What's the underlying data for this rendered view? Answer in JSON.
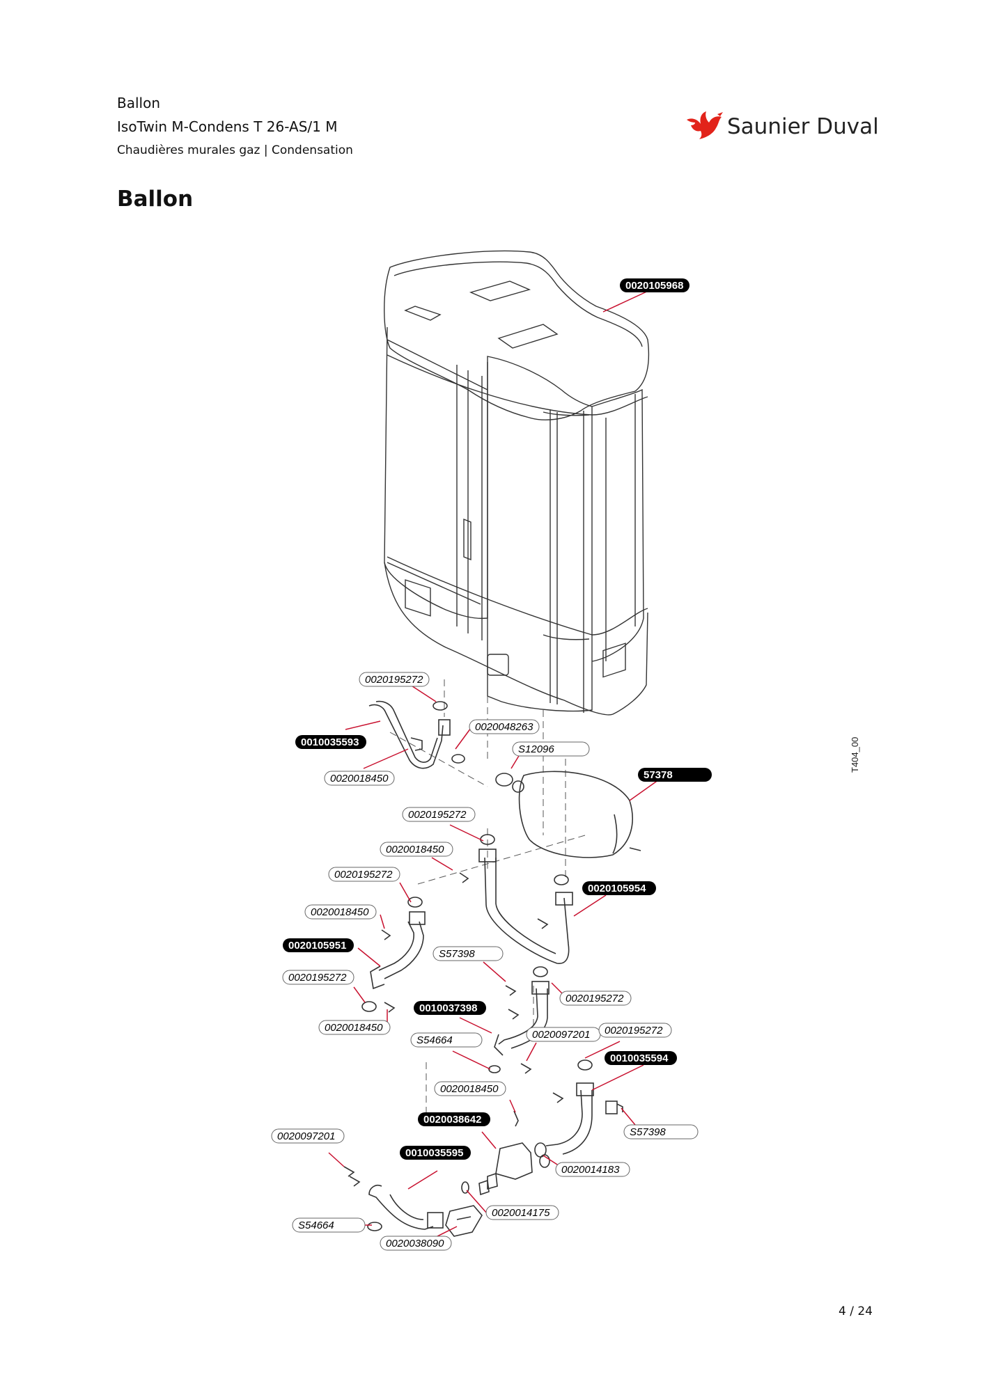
{
  "header": {
    "section": "Ballon",
    "model": "IsoTwin M-Condens T 26-AS/1 M",
    "category": "Chaudières murales gaz | Condensation"
  },
  "brand": {
    "name": "Saunier Duval",
    "color": "#e2231a",
    "icon": "bird-logo-icon"
  },
  "page_title": "Ballon",
  "drawing_code": "T404_00",
  "page_number": "4 / 24",
  "colors": {
    "leader_line": "#c8102e",
    "highlight_label": "#000000",
    "line_art": "#333333"
  },
  "labels": [
    {
      "code": "0020105968",
      "highlighted": true
    },
    {
      "code": "0020195272",
      "highlighted": false
    },
    {
      "code": "0010035593",
      "highlighted": true
    },
    {
      "code": "0020048263",
      "highlighted": false
    },
    {
      "code": "S12096",
      "highlighted": false
    },
    {
      "code": "0020018450",
      "highlighted": false
    },
    {
      "code": "57378",
      "highlighted": true
    },
    {
      "code": "0020195272",
      "highlighted": false
    },
    {
      "code": "0020018450",
      "highlighted": false
    },
    {
      "code": "0020195272",
      "highlighted": false
    },
    {
      "code": "0020105954",
      "highlighted": true
    },
    {
      "code": "0020018450",
      "highlighted": false
    },
    {
      "code": "0020105951",
      "highlighted": true
    },
    {
      "code": "S57398",
      "highlighted": false
    },
    {
      "code": "0020195272",
      "highlighted": false
    },
    {
      "code": "0010037398",
      "highlighted": true
    },
    {
      "code": "0020195272",
      "highlighted": false
    },
    {
      "code": "0020018450",
      "highlighted": false
    },
    {
      "code": "0020097201",
      "highlighted": false
    },
    {
      "code": "0020195272",
      "highlighted": false
    },
    {
      "code": "S54664",
      "highlighted": false
    },
    {
      "code": "0010035594",
      "highlighted": true
    },
    {
      "code": "0020018450",
      "highlighted": false
    },
    {
      "code": "0020038642",
      "highlighted": true
    },
    {
      "code": "S57398",
      "highlighted": false
    },
    {
      "code": "0020097201",
      "highlighted": false
    },
    {
      "code": "0010035595",
      "highlighted": true
    },
    {
      "code": "0020014183",
      "highlighted": false
    },
    {
      "code": "0020014175",
      "highlighted": false
    },
    {
      "code": "S54664",
      "highlighted": false
    },
    {
      "code": "0020038090",
      "highlighted": false
    }
  ]
}
